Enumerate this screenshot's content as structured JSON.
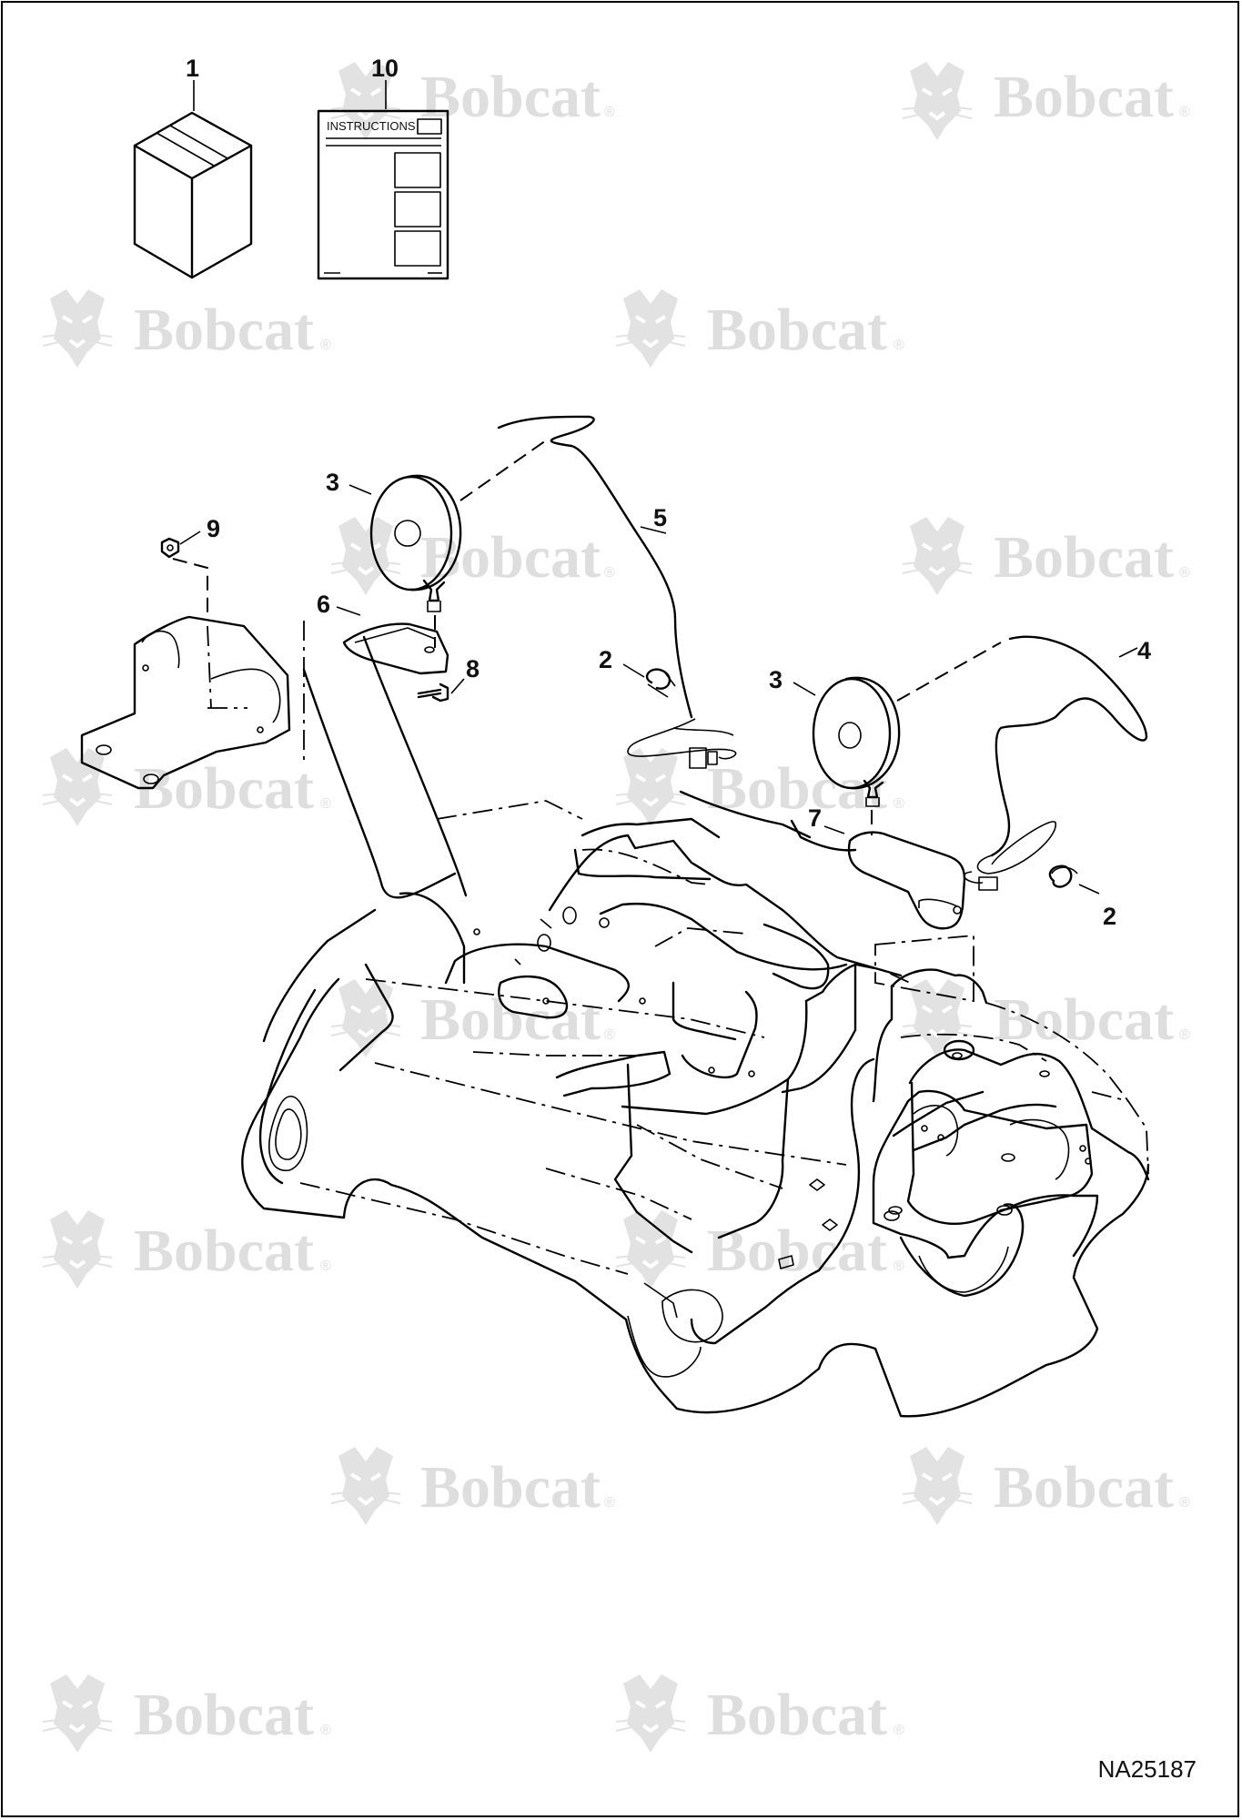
{
  "diagram": {
    "watermark": {
      "brand": "Bobcat",
      "reg_mark": "®"
    },
    "kit_box": {
      "callout": "1"
    },
    "instructions_sheet": {
      "callout": "10",
      "title": "INSTRUCTIONS"
    },
    "parts": [
      {
        "callout": "3",
        "part": "work-light-left"
      },
      {
        "callout": "5",
        "part": "harness-left"
      },
      {
        "callout": "6",
        "part": "bracket-left"
      },
      {
        "callout": "8",
        "part": "bolt"
      },
      {
        "callout": "9",
        "part": "nut"
      },
      {
        "callout": "2",
        "part": "clip-left"
      },
      {
        "callout": "3",
        "part": "work-light-right"
      },
      {
        "callout": "4",
        "part": "harness-right"
      },
      {
        "callout": "7",
        "part": "bracket-right"
      },
      {
        "callout": "2",
        "part": "clip-right"
      }
    ],
    "reference_number": "NA25187"
  }
}
